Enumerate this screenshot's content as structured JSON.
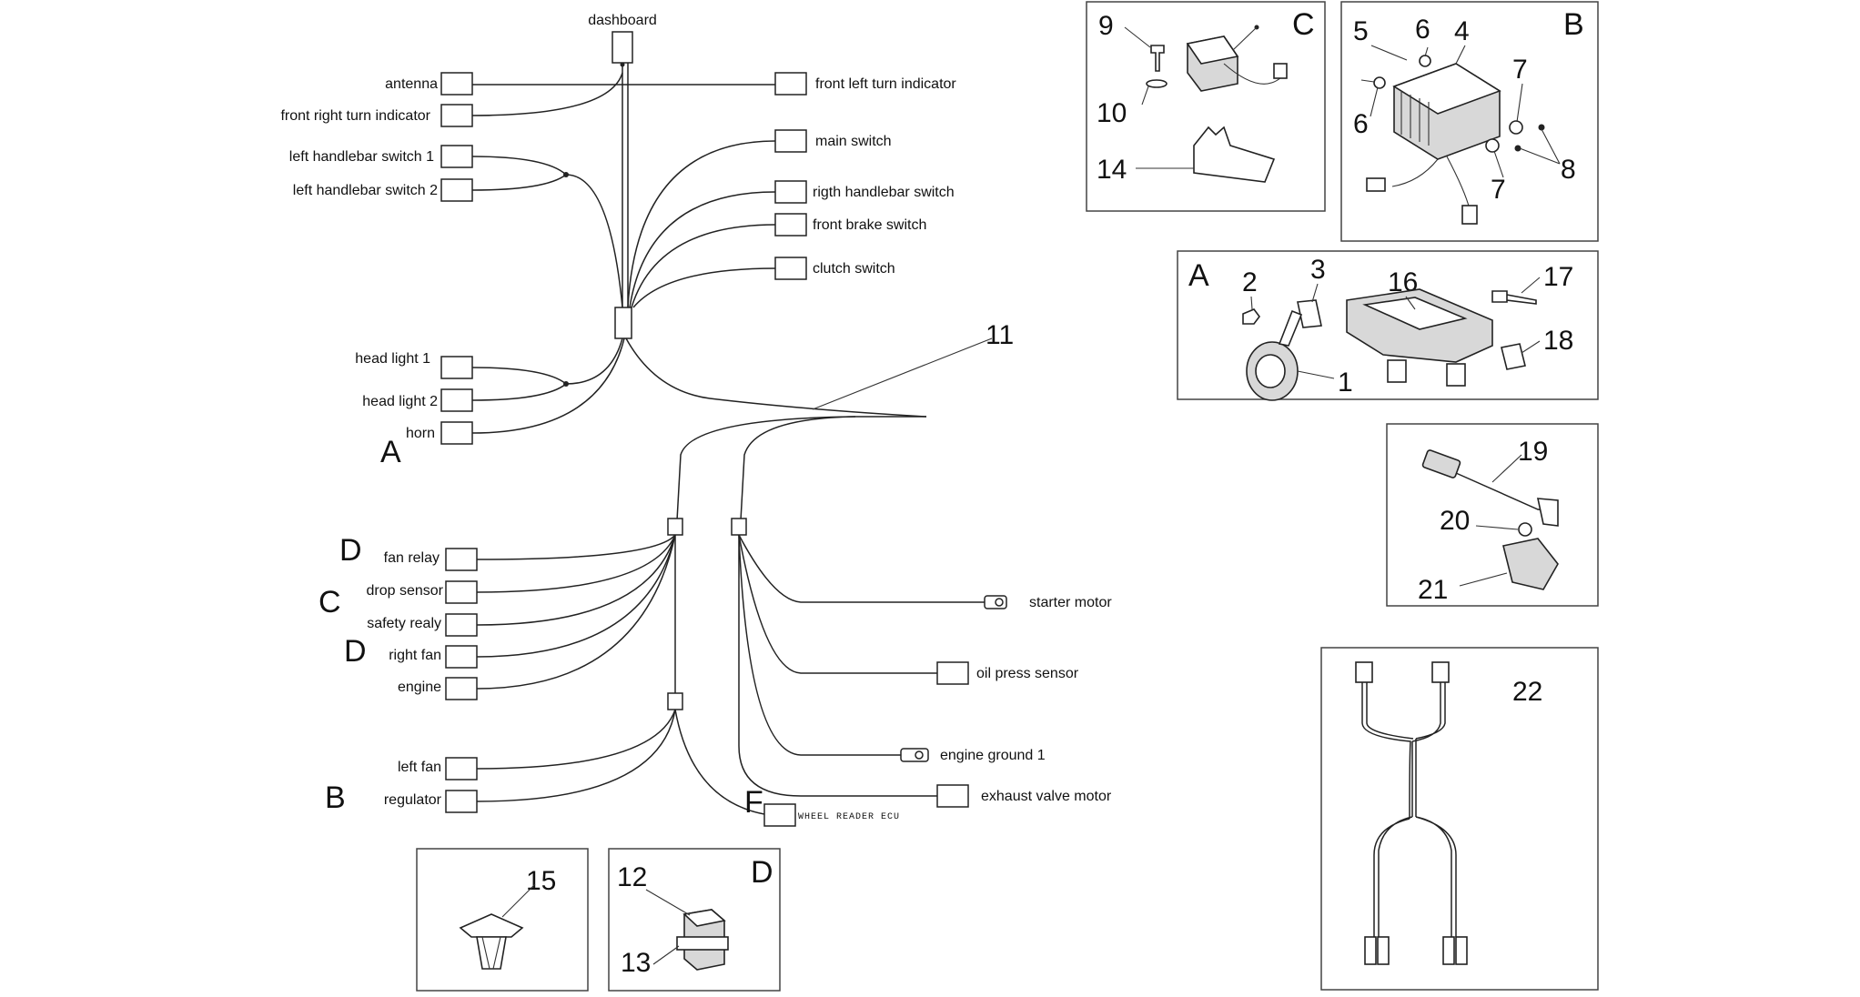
{
  "harness": {
    "labels": {
      "dashboard": "dashboard",
      "antenna": "antenna",
      "front_right_turn": "front right turn indicator",
      "left_hb_switch_1": "left handlebar switch 1",
      "left_hb_switch_2": "left handlebar switch 2",
      "front_left_turn": "front left turn indicator",
      "main_switch": "main switch",
      "right_hb_switch": "rigth handlebar switch",
      "front_brake_switch": "front brake switch",
      "clutch_switch": "clutch switch",
      "head_light_1": "head light 1",
      "head_light_2": "head light 2",
      "horn": "horn",
      "fan_relay": "fan relay",
      "drop_sensor": "drop sensor",
      "safety_relay": "safety realy",
      "right_fan": "right fan",
      "engine": "engine",
      "left_fan": "left fan",
      "regulator": "regulator",
      "starter_motor": "starter motor",
      "oil_press_sensor": "oil press sensor",
      "engine_ground_1": "engine ground 1",
      "exhaust_valve_motor": "exhaust valve motor",
      "wheel_reader_ecu": "WHEEL READER ECU"
    },
    "section_letters": {
      "A": "A",
      "D1": "D",
      "C": "C",
      "D2": "D",
      "B": "B",
      "F": "F"
    },
    "callout": "11"
  },
  "panels": {
    "C": {
      "letter": "C",
      "numbers": {
        "n9": "9",
        "n10": "10",
        "n14": "14"
      }
    },
    "B": {
      "letter": "B",
      "numbers": {
        "n5": "5",
        "n6a": "6",
        "n4": "4",
        "n6b": "6",
        "n7a": "7",
        "n8": "8",
        "n7b": "7"
      }
    },
    "A": {
      "letter": "A",
      "numbers": {
        "n2": "2",
        "n3": "3",
        "n16": "16",
        "n17": "17",
        "n18": "18",
        "n1": "1"
      }
    },
    "P19": {
      "numbers": {
        "n19": "19",
        "n20": "20",
        "n21": "21"
      }
    },
    "P22": {
      "numbers": {
        "n22": "22"
      }
    },
    "P15": {
      "numbers": {
        "n15": "15"
      }
    },
    "D": {
      "letter": "D",
      "numbers": {
        "n12": "12",
        "n13": "13"
      }
    }
  }
}
